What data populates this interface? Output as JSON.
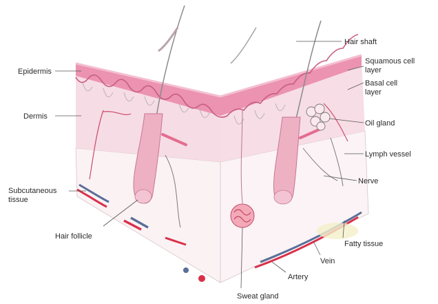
{
  "labels": {
    "hair_shaft": "Hair shaft",
    "squamous_1": "Squamous cell",
    "squamous_2": "layer",
    "basal_1": "Basal cell",
    "basal_2": "layer",
    "epidermis": "Epidermis",
    "dermis": "Dermis",
    "oil_gland": "Oil gland",
    "lymph_vessel": "Lymph vessel",
    "nerve": "Nerve",
    "subcutaneous_1": "Subcutaneous",
    "subcutaneous_2": "tissue",
    "hair_follicle": "Hair follicle",
    "fatty_tissue": "Fatty tissue",
    "vein": "Vein",
    "artery": "Artery",
    "sweat_gland": "Sweat gland"
  },
  "colors": {
    "epidermis": "#e98aa8",
    "dermis": "#f6d9e2",
    "subcutaneous": "#fbf2f4",
    "artery": "#d9304a",
    "vein": "#5a6f98",
    "fat": "#f4efc9"
  }
}
